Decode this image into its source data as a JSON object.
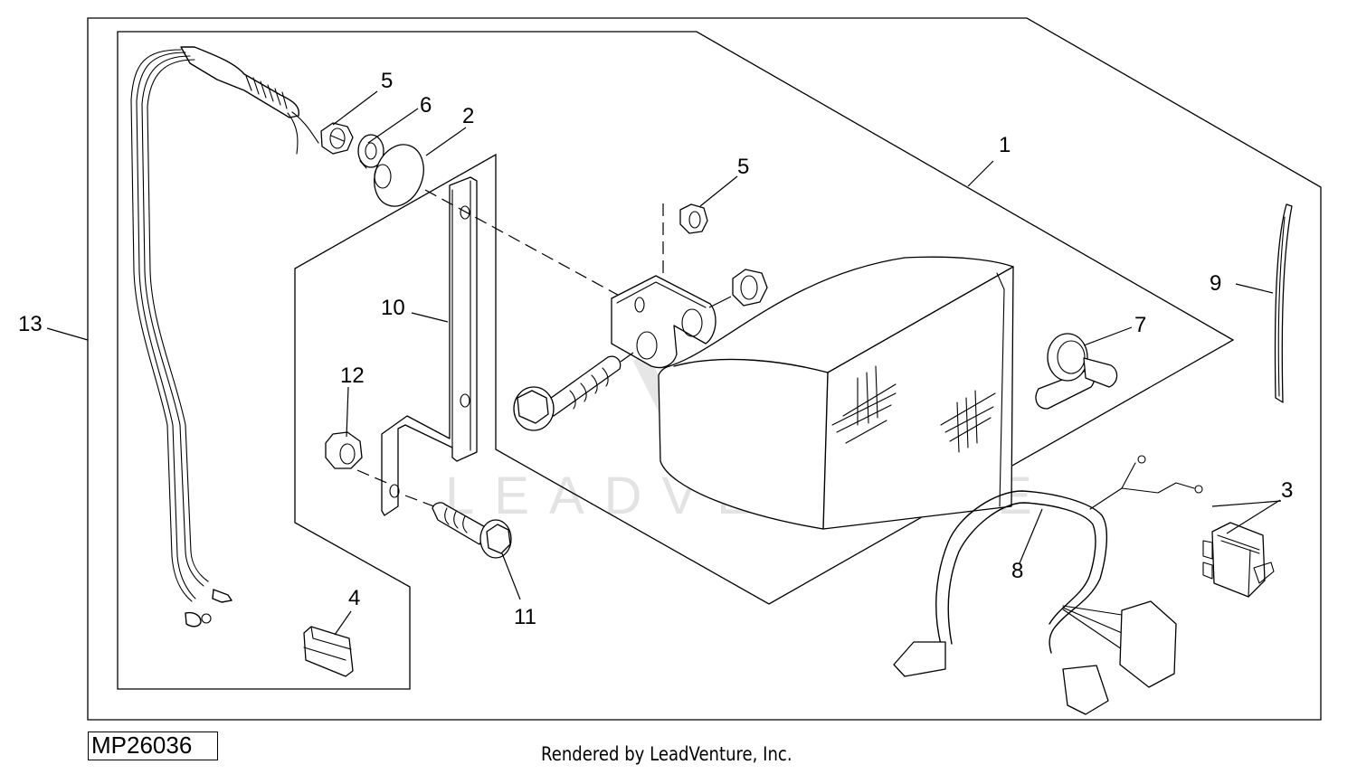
{
  "diagram": {
    "figure_id": "MP26036",
    "credit": "Rendered by LeadVenture, Inc.",
    "watermark": "LEADVENTURE",
    "callouts": [
      {
        "number": "1",
        "part": "light-assembly"
      },
      {
        "number": "2",
        "part": "flat-washer"
      },
      {
        "number": "3",
        "part": "rocker-switch"
      },
      {
        "number": "4",
        "part": "clip"
      },
      {
        "number": "5",
        "part": "hex-nut"
      },
      {
        "number": "6",
        "part": "lock-washer"
      },
      {
        "number": "7",
        "part": "bulb-socket"
      },
      {
        "number": "8",
        "part": "wiring-harness"
      },
      {
        "number": "9",
        "part": "cable-tie"
      },
      {
        "number": "10",
        "part": "mounting-bracket"
      },
      {
        "number": "11",
        "part": "flange-bolt"
      },
      {
        "number": "12",
        "part": "hex-nut"
      },
      {
        "number": "13",
        "part": "wiring-kit"
      }
    ],
    "labels": {
      "c1": "1",
      "c2": "2",
      "c3": "3",
      "c4": "4",
      "c5a": "5",
      "c5b": "5",
      "c6": "6",
      "c7": "7",
      "c8": "8",
      "c9": "9",
      "c10": "10",
      "c11": "11",
      "c12": "12",
      "c13": "13"
    }
  }
}
